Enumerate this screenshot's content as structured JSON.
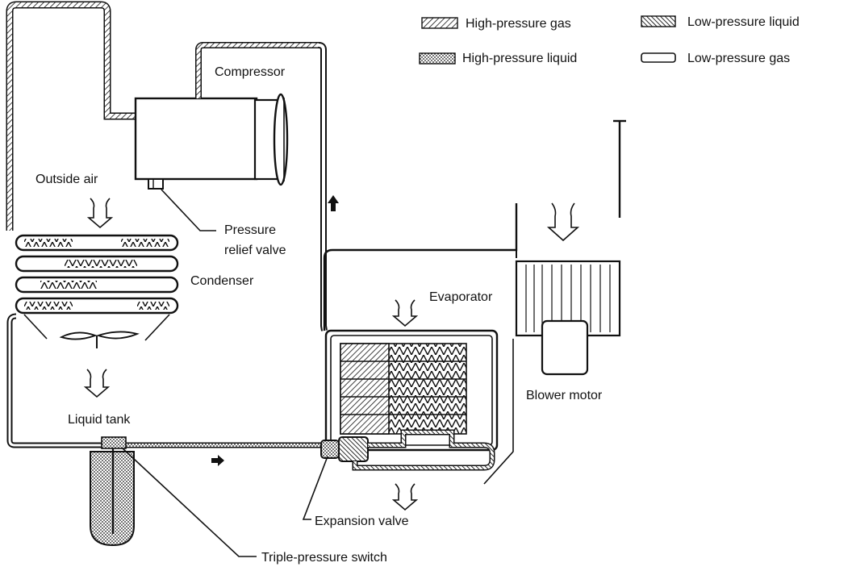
{
  "legend": {
    "high_pressure_gas": "High-pressure gas",
    "high_pressure_liquid": "High-pressure liquid",
    "low_pressure_liquid": "Low-pressure liquid",
    "low_pressure_gas": "Low-pressure gas"
  },
  "labels": {
    "compressor": "Compressor",
    "outside_air": "Outside air",
    "pressure_relief_valve_line1": "Pressure",
    "pressure_relief_valve_line2": "relief valve",
    "condenser": "Condenser",
    "liquid_tank": "Liquid tank",
    "evaporator": "Evaporator",
    "blower_motor": "Blower motor",
    "expansion_valve": "Expansion valve",
    "triple_pressure_switch": "Triple-pressure switch"
  }
}
